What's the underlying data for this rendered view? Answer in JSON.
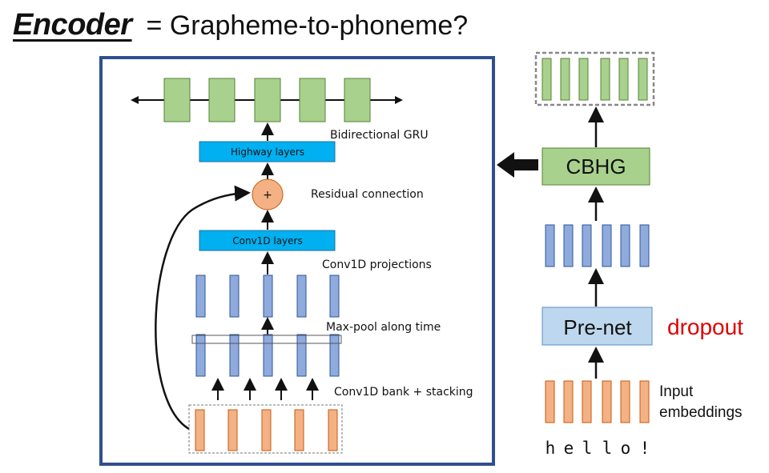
{
  "title": {
    "main": "Encoder",
    "subtitle": "= Grapheme-to-phoneme?"
  },
  "cbhg_detail": {
    "labels": {
      "gru": "Bidirectional GRU",
      "highway": "Highway layers",
      "residual": "Residual connection",
      "conv1d_layers": "Conv1D layers",
      "projections": "Conv1D projections",
      "maxpool": "Max-pool along time",
      "bank": "Conv1D bank + stacking",
      "plus": "+"
    }
  },
  "encoder_overview": {
    "cbhg": "CBHG",
    "prenet": "Pre-net",
    "dropout": "dropout",
    "input_label_1": "Input",
    "input_label_2": "embeddings",
    "input_chars": [
      "h",
      "e",
      "l",
      "l",
      "o",
      "!"
    ]
  },
  "colors": {
    "green": "#a9d18e",
    "green_stroke": "#548235",
    "blue_bar": "#8faadc",
    "blue_bar_stroke": "#2f5597",
    "cyan": "#00b0f0",
    "orange": "#f4b183",
    "orange_stroke": "#c55a11",
    "frame": "#2f4f8f",
    "dropout": "#e00000"
  },
  "icons": [
    "left-arrow-icon",
    "plus-icon"
  ]
}
